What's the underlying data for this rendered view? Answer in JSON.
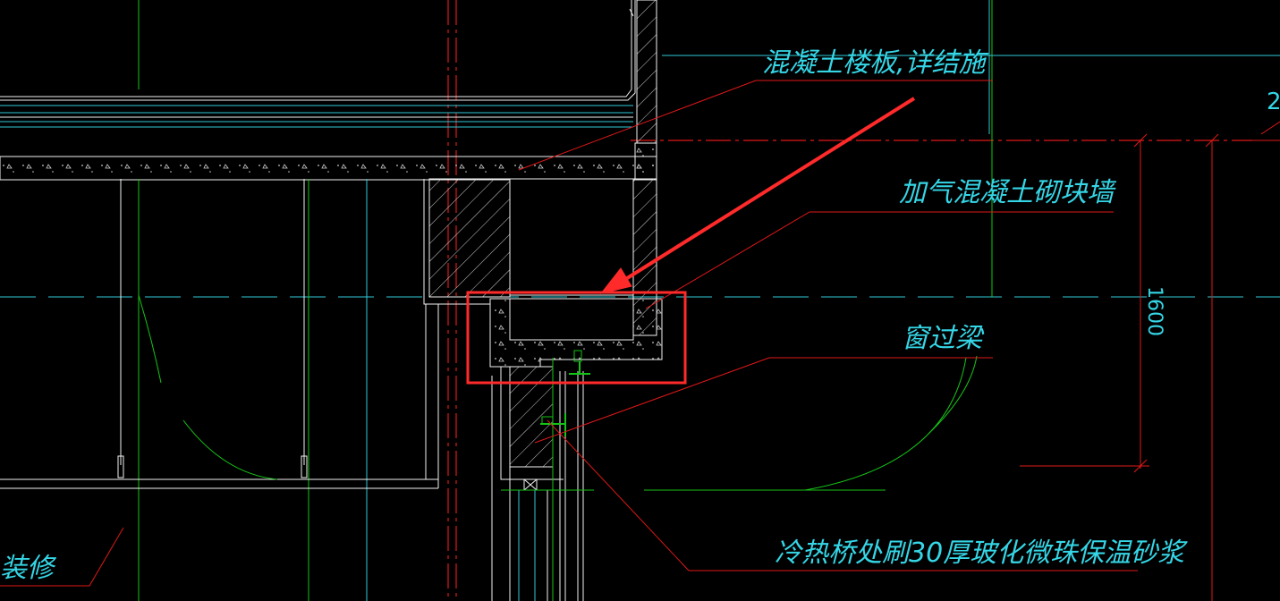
{
  "drawing": {
    "labels": {
      "slab": "混凝土楼板,详结施",
      "block_wall": "加气混凝土砌块墙",
      "lintel": "窗过梁",
      "thermal_bridge": "冷热桥处刷30厚玻化微珠保温砂浆",
      "finish": "装修",
      "dimension": "1600",
      "edge_mark": "2"
    },
    "colors": {
      "background": "#000000",
      "text": "#35d6e6",
      "leader": "#e01818",
      "highlight": "#ff2a2a",
      "cyan": "#2fc9d8",
      "green": "#16c416",
      "white": "#f2f2f2"
    }
  }
}
